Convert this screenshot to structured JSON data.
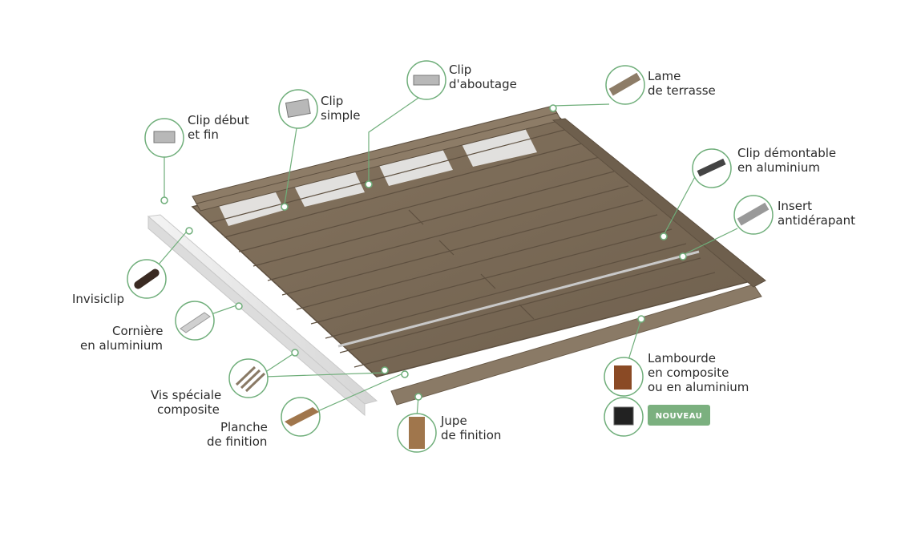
{
  "labels": {
    "clip_debut_fin": [
      "Clip début",
      "et fin"
    ],
    "clip_simple": [
      "Clip",
      "simple"
    ],
    "clip_aboutage": [
      "Clip",
      "d'aboutage"
    ],
    "lame_terrasse": [
      "Lame",
      "de terrasse"
    ],
    "clip_demontable": [
      "Clip démontable",
      "en aluminium"
    ],
    "insert": [
      "Insert",
      "antidérapant"
    ],
    "invisiclip": [
      "Invisiclip"
    ],
    "corniere": [
      "Cornière",
      "en aluminium"
    ],
    "vis": [
      "Vis spéciale",
      "composite"
    ],
    "planche": [
      "Planche",
      "de finition"
    ],
    "jupe": [
      "Jupe",
      "de finition"
    ],
    "lambourde": [
      "Lambourde",
      "en composite",
      "ou en aluminium"
    ],
    "nouveau": "NOUVEAU"
  },
  "colors": {
    "leader": "#6fae7a",
    "board": "#7a6a57",
    "board_dark": "#5e5040",
    "badge": "#7bb07f",
    "aluminium": "#e6e6e6"
  }
}
